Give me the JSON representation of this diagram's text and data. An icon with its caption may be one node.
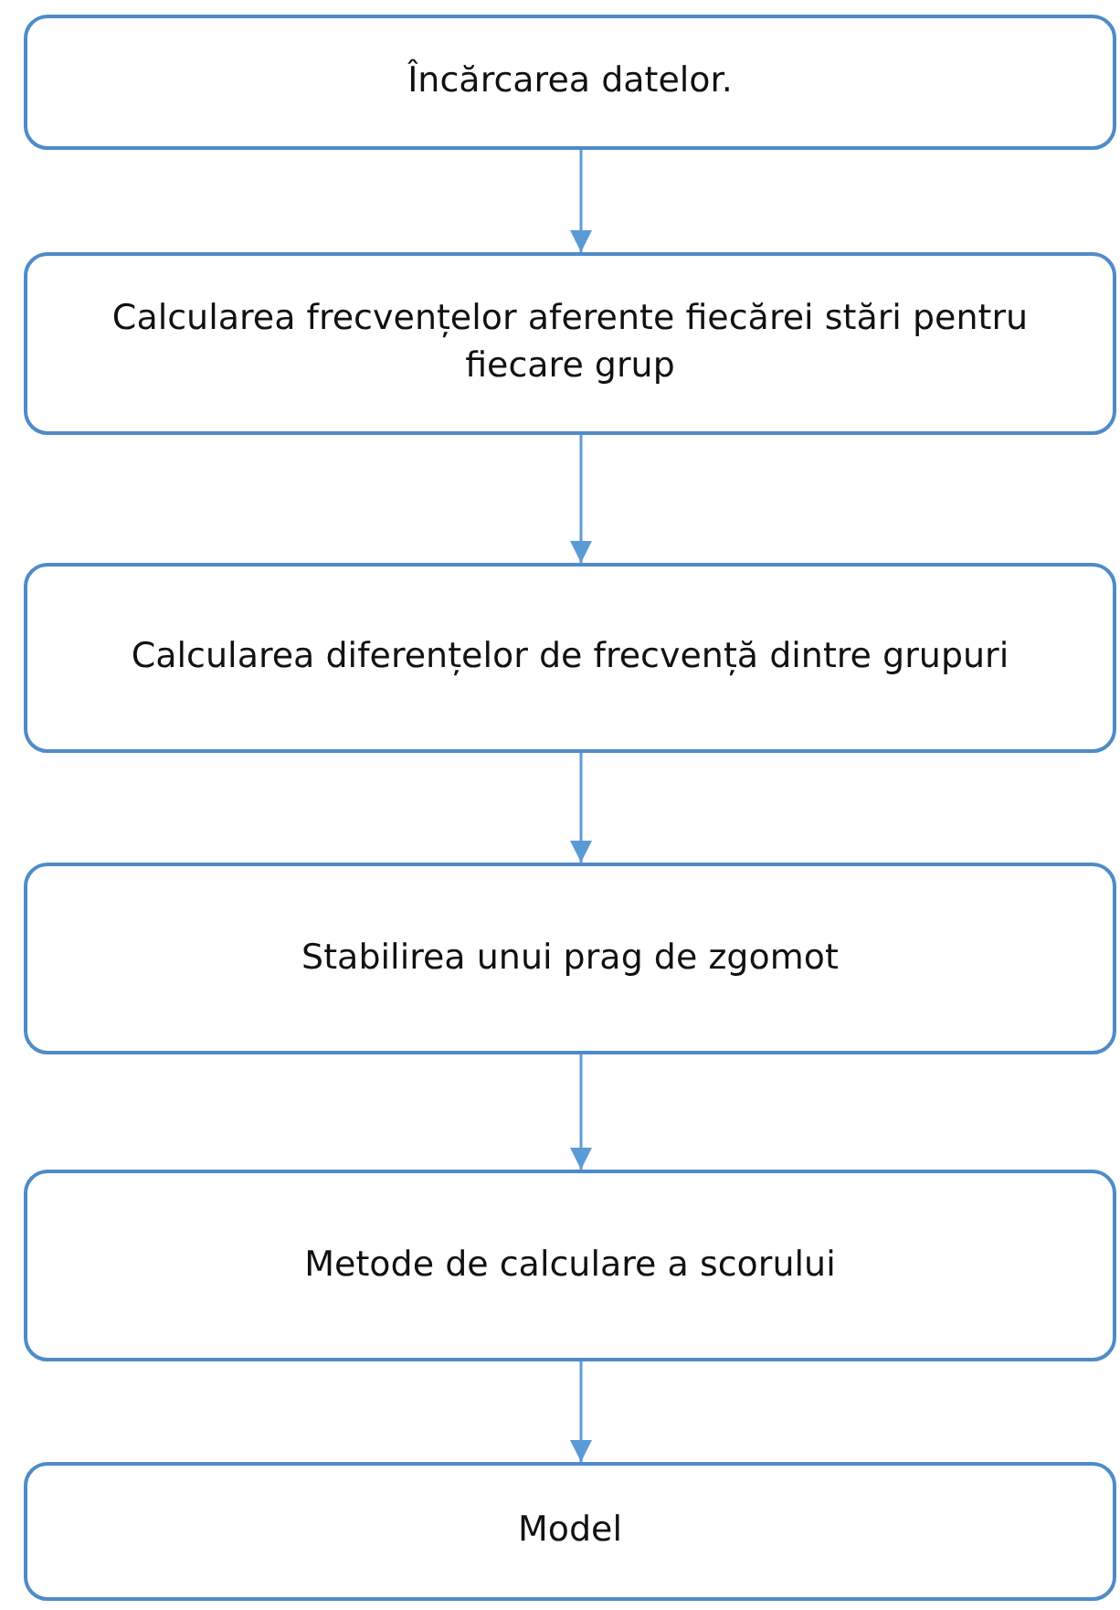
{
  "diagram": {
    "nodes": [
      {
        "text": [
          "Încărcarea datelor."
        ]
      },
      {
        "text": [
          "Calcularea frecvențelor aferente fiecărei stări pentru fiecare grup"
        ]
      },
      {
        "text": [
          "Calcularea diferențelor de frecvență dintre grupuri"
        ]
      },
      {
        "text": [
          "Stabilirea unui prag de zgomot"
        ]
      },
      {
        "text": [
          "Metode de calculare a scorului"
        ]
      },
      {
        "text": [
          "Model"
        ]
      }
    ],
    "edges": [
      {
        "from": 0,
        "to": 1,
        "arrow": "to"
      },
      {
        "from": 1,
        "to": 2,
        "arrow": "to"
      },
      {
        "from": 2,
        "to": 3,
        "arrow": "to"
      },
      {
        "from": 3,
        "to": 4,
        "arrow": "to"
      },
      {
        "from": 4,
        "to": 5,
        "arrow": "to"
      }
    ]
  }
}
